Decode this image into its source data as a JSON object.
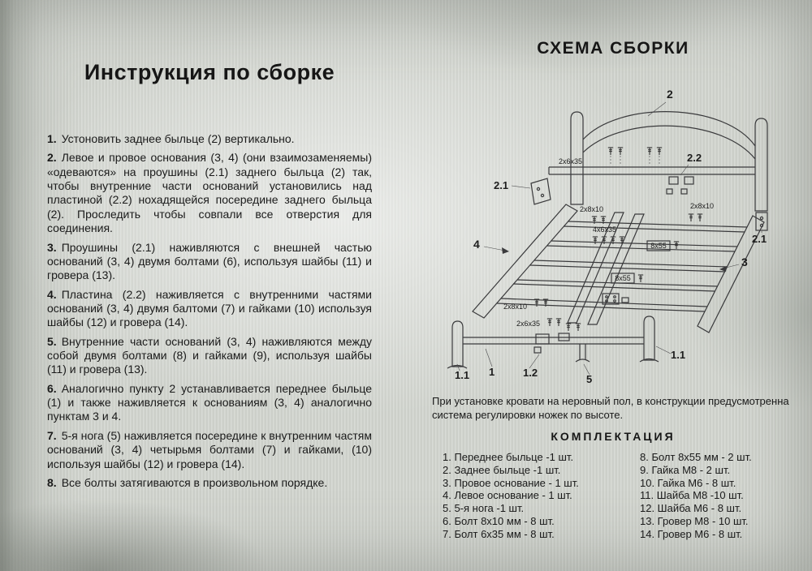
{
  "instructions": {
    "title": "Инструкция по сборке",
    "steps": [
      {
        "num": "1.",
        "text": "Устоновить заднее быльце (2) вертикально."
      },
      {
        "num": "2.",
        "text": "Левое и провое основания (3, 4) (они взаимозаменяемы) «одеваются» на проушины (2.1) заднего быльца (2) так, чтобы внутренние части оснований установились над пластиной (2.2) нохадящейся посередине заднего быльца (2). Проследить чтобы совпали все отверстия для соединения."
      },
      {
        "num": "3.",
        "text": "Проушины (2.1) наживляются с внешней частью оснований (3, 4) двумя болтами (6), используя шайбы (11) и гровера (13)."
      },
      {
        "num": "4.",
        "text": "Пластина (2.2) наживляется с внутренними частями оснований (3, 4) двумя балтоми (7) и гайками (10) используя шайбы (12) и гровера (14)."
      },
      {
        "num": "5.",
        "text": "Внутренние части оснований (3, 4) наживляются между собой двумя болтами (8) и гайками (9), используя шайбы (11) и гровера (13)."
      },
      {
        "num": "6.",
        "text": "Аналогично пункту 2 устанавливается переднее быльце (1) и также наживляется к основаниям (3, 4) аналогично пунктам 3 и 4."
      },
      {
        "num": "7.",
        "text": "5-я нога (5) наживляется посередине к внутренним частям оснований (3, 4) четырьмя болтами (7) и гайками, (10) используя шайбы (12) и гровера (14)."
      },
      {
        "num": "8.",
        "text": "Все болты затягиваются в произвольном порядке."
      }
    ]
  },
  "diagram": {
    "title": "СХЕМА СБОРКИ",
    "labels": {
      "c2": "2",
      "c22": "2.2",
      "c21l": "2.1",
      "c21r": "2.1",
      "c4": "4",
      "c3": "3",
      "c1": "1",
      "c11l": "1.1",
      "c11r": "1.1",
      "c12": "1.2",
      "c5": "5"
    },
    "fasteners": {
      "f1": "2x6x35",
      "f2": "2x8x10",
      "f3": "2x8x10",
      "f4": "4x6x35",
      "f5": "8x55",
      "f6": "8x55",
      "f7": "2x8x10",
      "f8": "2x6x35"
    },
    "note": "При установке кровати на неровный пол, в конструкции предусмотренна система регулировки ножек по высоте."
  },
  "parts": {
    "title": "КОМПЛЕКТАЦИЯ",
    "left": [
      "1. Переднее быльце -1 шт.",
      "2. Заднее быльце -1 шт.",
      "3. Провое основание - 1 шт.",
      "4. Левое основание - 1 шт.",
      "5. 5-я нога -1 шт.",
      "6. Болт 8х10 мм - 8 шт.",
      "7. Болт 6х35 мм - 8 шт."
    ],
    "right": [
      "8. Болт 8х55 мм - 2 шт.",
      "9. Гайка М8 - 2 шт.",
      "10. Гайка М6 - 8 шт.",
      "11. Шайба М8 -10 шт.",
      "12. Шайба М6 - 8 шт.",
      "13. Гровер М8 - 10 шт.",
      "14. Гровер М6 - 8 шт."
    ]
  }
}
